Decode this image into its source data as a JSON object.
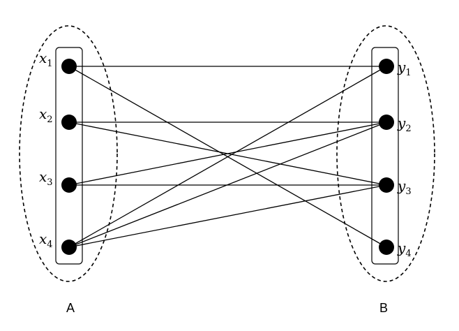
{
  "colors": {
    "stroke": "#000000",
    "node": "#000000",
    "background": "#ffffff"
  },
  "sets": {
    "left": {
      "label": "A",
      "nodes": [
        {
          "id": "x1",
          "base": "x",
          "sub": "1"
        },
        {
          "id": "x2",
          "base": "x",
          "sub": "2"
        },
        {
          "id": "x3",
          "base": "x",
          "sub": "3"
        },
        {
          "id": "x4",
          "base": "x",
          "sub": "4"
        }
      ]
    },
    "right": {
      "label": "B",
      "nodes": [
        {
          "id": "y1",
          "base": "y",
          "sub": "1"
        },
        {
          "id": "y2",
          "base": "y",
          "sub": "2"
        },
        {
          "id": "y3",
          "base": "y",
          "sub": "3"
        },
        {
          "id": "y4",
          "base": "y",
          "sub": "4"
        }
      ]
    }
  },
  "edges": [
    [
      "x1",
      "y1"
    ],
    [
      "x1",
      "y4"
    ],
    [
      "x2",
      "y2"
    ],
    [
      "x2",
      "y3"
    ],
    [
      "x3",
      "y2"
    ],
    [
      "x3",
      "y3"
    ],
    [
      "x4",
      "y1"
    ],
    [
      "x4",
      "y2"
    ],
    [
      "x4",
      "y3"
    ]
  ]
}
